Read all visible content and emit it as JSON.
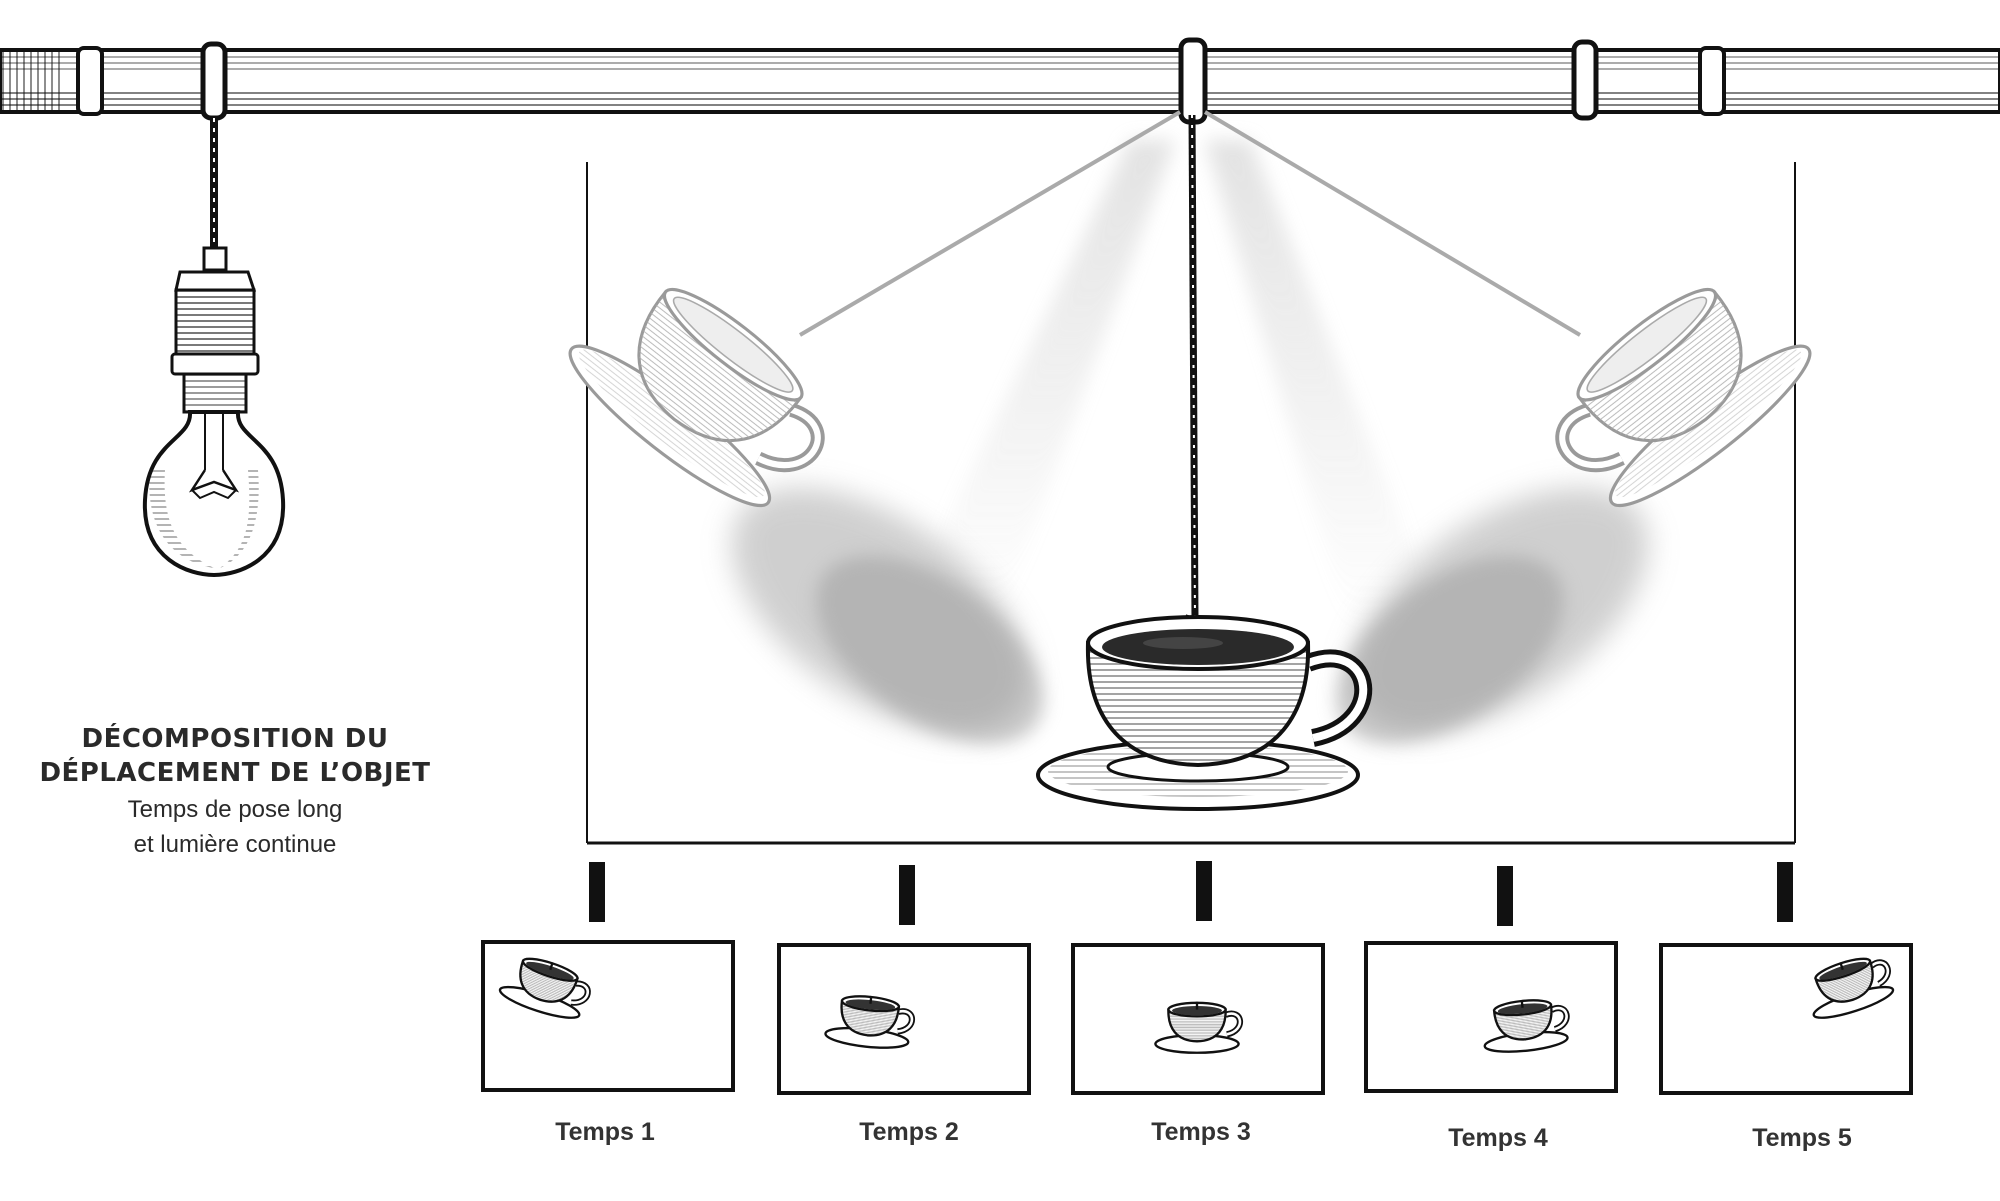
{
  "caption": {
    "title_line1": "DÉCOMPOSITION DU",
    "title_line2": "DÉPLACEMENT DE L’OBJET",
    "subtitle_line1": "Temps de pose long",
    "subtitle_line2": "et lumière continue"
  },
  "frames": [
    {
      "label": "Temps 1"
    },
    {
      "label": "Temps 2"
    },
    {
      "label": "Temps 3"
    },
    {
      "label": "Temps 4"
    },
    {
      "label": "Temps 5"
    }
  ],
  "colors": {
    "ink": "#111111",
    "ghost": "#9a9a9a",
    "blur": "#bdbdbd"
  }
}
